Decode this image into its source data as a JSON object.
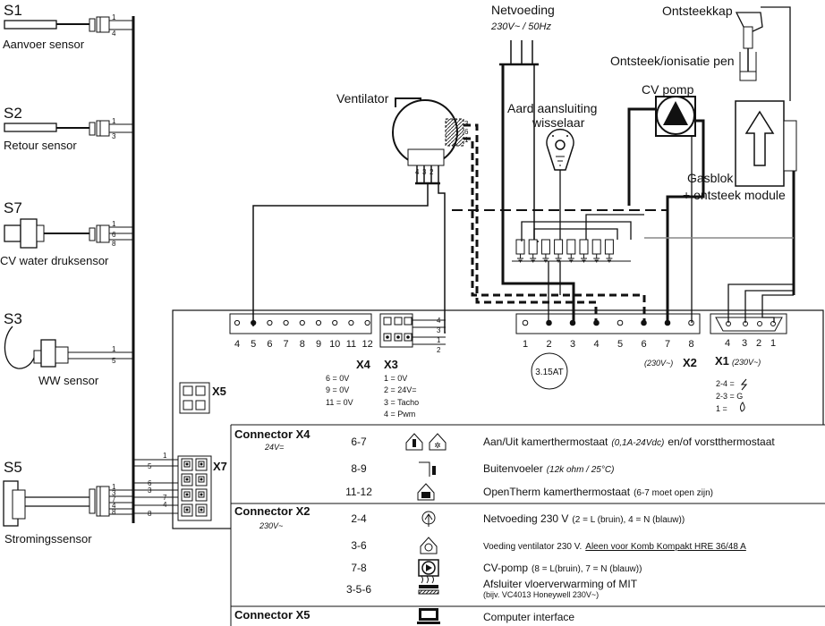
{
  "sensors": {
    "s1": {
      "id": "S1",
      "name": "Aanvoer sensor",
      "pins": [
        "1",
        "4"
      ]
    },
    "s2": {
      "id": "S2",
      "name": "Retour sensor",
      "pins": [
        "1",
        "3"
      ]
    },
    "s7": {
      "id": "S7",
      "name": "CV water druksensor",
      "pins": [
        "1",
        "6",
        "8"
      ]
    },
    "s3": {
      "id": "S3",
      "name": "WW sensor",
      "pins": [
        "1",
        "5"
      ]
    },
    "s5": {
      "id": "S5",
      "name": "Stromingssensor",
      "pins": [
        "1",
        "3",
        "7",
        "4",
        "8"
      ]
    }
  },
  "components": {
    "ventilator": "Ventilator",
    "ventilator_pins": [
      "3",
      "6",
      "1",
      "4",
      "3",
      "2"
    ],
    "netvoeding": "Netvoeding",
    "netvoeding_spec": "230V~ / 50Hz",
    "ontsteekkap": "Ontsteekkap",
    "ontsteek_pen": "Ontsteek/ionisatie pen",
    "aard_line1": "Aard aansluiting",
    "aard_line2": "wisselaar",
    "cv_pomp": "CV pomp",
    "gasblok_line1": "Gasblok",
    "gasblok_line2": "+ ontsteek module",
    "fuse": "3.15AT"
  },
  "connectors": {
    "x4_pins": [
      "4",
      "5",
      "6",
      "7",
      "8",
      "9",
      "10",
      "11",
      "12"
    ],
    "x4_label": "X4",
    "x4_legend": [
      "6 = 0V",
      "9 = 0V",
      "11 = 0V"
    ],
    "x3_label": "X3",
    "x3_side_pins": [
      "4",
      "3",
      "1",
      "2"
    ],
    "x3_legend": [
      "1  = 0V",
      "2  = 24V=",
      "3  = Tacho",
      "4  = Pwm"
    ],
    "x2_pins": [
      "1",
      "2",
      "3",
      "4",
      "5",
      "6",
      "7",
      "8"
    ],
    "x2_label": "X2",
    "x2_volt": "(230V~)",
    "x1_pins": [
      "4",
      "3",
      "2",
      "1"
    ],
    "x1_label": "X1",
    "x1_volt": "(230V~)",
    "x1_legend": [
      "2-4 =",
      "2-3 = G",
      "1    ="
    ],
    "x5_label": "X5",
    "x7_label": "X7",
    "x7_pins": [
      "1",
      "5",
      "6",
      "3",
      "7",
      "4",
      "8"
    ]
  },
  "legend": {
    "rows": [
      {
        "connector": "Connector X4",
        "volt": "24V=",
        "pins": "6-7",
        "icon": "room-thermostat-icon",
        "text": "Aan/Uit kamerthermostaat",
        "note": "(0,1A-24Vdc)",
        "text2": "en/of vorstthermostaat"
      },
      {
        "connector": "",
        "volt": "",
        "pins": "8-9",
        "icon": "outdoor-sensor-icon",
        "text": "Buitenvoeler",
        "note": "(12k ohm / 25°C)",
        "text2": ""
      },
      {
        "connector": "",
        "volt": "",
        "pins": "11-12",
        "icon": "opentherm-icon",
        "text": "OpenTherm kamerthermostaat",
        "note": "(6-7 moet open zijn)",
        "text2": ""
      },
      {
        "connector": "Connector X2",
        "volt": "230V~",
        "pins": "2-4",
        "icon": "power-plug-icon",
        "text": "Netvoeding 230 V",
        "note": "(2 = L (bruin), 4 = N (blauw))",
        "text2": ""
      },
      {
        "connector": "",
        "volt": "",
        "pins": "3-6",
        "icon": "fan-house-icon",
        "text": "Voeding ventilator 230 V.",
        "note": "Aleen voor Komb Kompakt HRE 36/48 A",
        "text2": ""
      },
      {
        "connector": "",
        "volt": "",
        "pins": "7-8",
        "icon": "pump-icon",
        "text": "CV-pomp",
        "note": "(8 = L(bruin), 7 = N (blauw))",
        "text2": ""
      },
      {
        "connector": "",
        "volt": "",
        "pins": "3-5-6",
        "icon": "floor-heating-icon",
        "text": "Afsluiter vloerverwarming of MIT",
        "note": "(bijv. VC4013 Honeywell 230V~)",
        "text2": ""
      },
      {
        "connector": "Connector X5",
        "volt": "",
        "pins": "",
        "icon": "computer-icon",
        "text": "Computer interface",
        "note": "",
        "text2": ""
      }
    ]
  }
}
